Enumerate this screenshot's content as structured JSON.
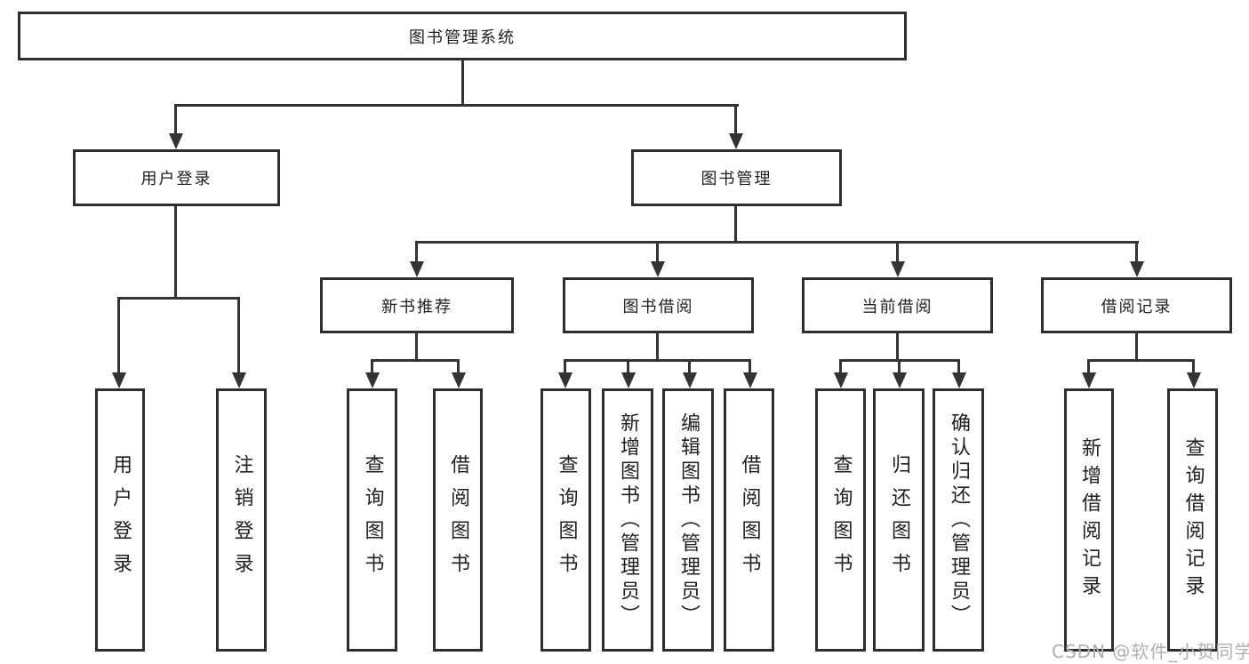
{
  "colors": {
    "line": "#333333",
    "box_border": "#2e2e2e",
    "text": "#1f1f1f",
    "watermark": "#b0b0b0",
    "background": "#ffffff"
  },
  "watermark": {
    "text": "CSDN @软件_小贺同学"
  },
  "tree": {
    "root": "图书管理系统",
    "user_login": {
      "label": "用户登录",
      "children": [
        "用户登录",
        "注销登录"
      ]
    },
    "book_management": {
      "label": "图书管理",
      "groups": [
        {
          "label": "新书推荐",
          "children": [
            "查询图书",
            "借阅图书"
          ]
        },
        {
          "label": "图书借阅",
          "children": [
            "查询图书",
            "新增图书（管理员）",
            "编辑图书（管理员）",
            "借阅图书"
          ]
        },
        {
          "label": "当前借阅",
          "children": [
            "查询图书",
            "归还图书",
            "确认归还（管理员）"
          ]
        },
        {
          "label": "借阅记录",
          "children": [
            "新增借阅记录",
            "查询借阅记录"
          ]
        }
      ]
    }
  }
}
